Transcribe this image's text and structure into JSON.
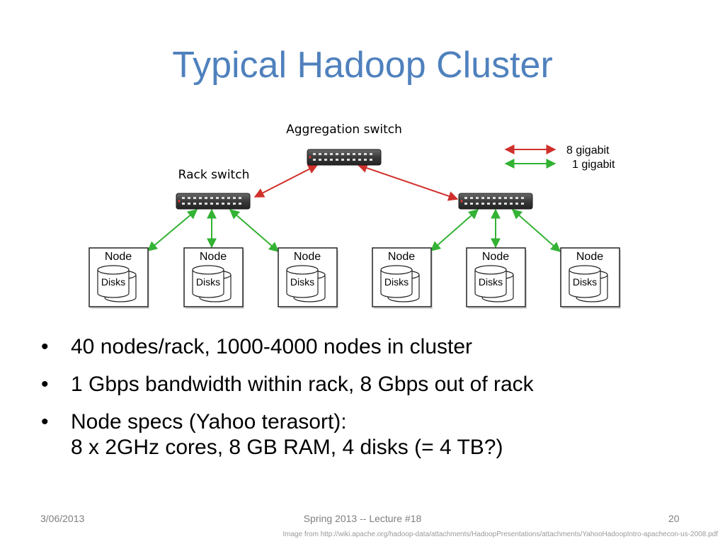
{
  "slide": {
    "title": "Typical Hadoop Cluster"
  },
  "diagram": {
    "aggregation_label": "Aggregation switch",
    "rack_label": "Rack switch",
    "legend": {
      "red": {
        "label": "8 gigabit",
        "color": "#d0302b"
      },
      "green": {
        "label": "1 gigabit",
        "color": "#33b233"
      }
    },
    "node_title": "Node",
    "node_disks": "Disks"
  },
  "bullets": [
    {
      "text": "40 nodes/rack, 1000-4000 nodes in cluster"
    },
    {
      "text": "1 Gbps bandwidth within rack, 8 Gbps out of rack"
    },
    {
      "text": "Node specs (Yahoo terasort):",
      "line2": "8 x 2GHz cores, 8 GB RAM, 4 disks (= 4 TB?)"
    }
  ],
  "footer": {
    "date": "3/06/2013",
    "course": "Spring 2013 -- Lecture #18",
    "page": "20",
    "credit": "Image from http://wiki.apache.org/hadoop-data/attachments/HadoopPresentations/attachments/YahooHadoopIntro-apachecon-us-2008.pdf"
  }
}
